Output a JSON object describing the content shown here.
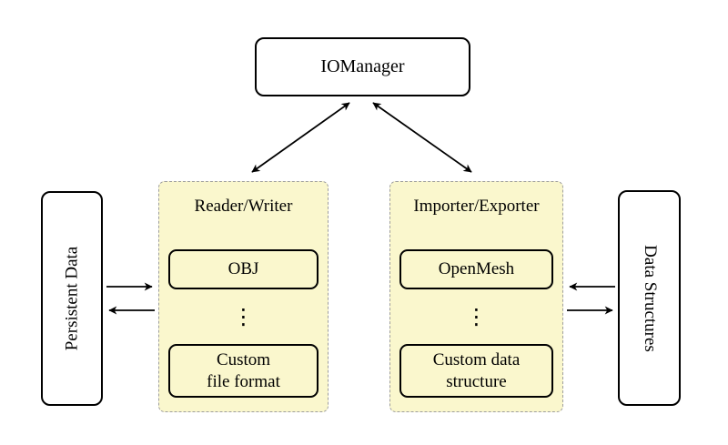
{
  "diagram": {
    "nodes": {
      "iomanager": {
        "label": "IOManager"
      },
      "persistent_data": {
        "label": "Persistent Data"
      },
      "data_structures": {
        "label": "Data Structures"
      }
    },
    "panels": {
      "reader_writer": {
        "heading": "Reader/Writer",
        "items": [
          {
            "label": "OBJ"
          },
          {
            "label": "Custom\nfile format"
          }
        ],
        "ellipsis": "⋮"
      },
      "importer_exporter": {
        "heading": "Importer/Exporter",
        "items": [
          {
            "label": "OpenMesh"
          },
          {
            "label": "Custom data\nstructure"
          }
        ],
        "ellipsis": "⋮"
      }
    },
    "arrows": {
      "iomanager_reader_writer": "bidirectional",
      "iomanager_importer_exporter": "bidirectional",
      "persistent_to_reader": "right",
      "reader_to_persistent": "left",
      "importer_to_datastructures": "right",
      "datastructures_to_importer": "left"
    },
    "colors": {
      "panel_fill": "#FAF7CD",
      "panel_dash_border": "#9E9E9E",
      "node_border": "#000000",
      "node_fill": "#FFFFFF",
      "arrow": "#000000",
      "background": "#FFFFFF"
    }
  }
}
